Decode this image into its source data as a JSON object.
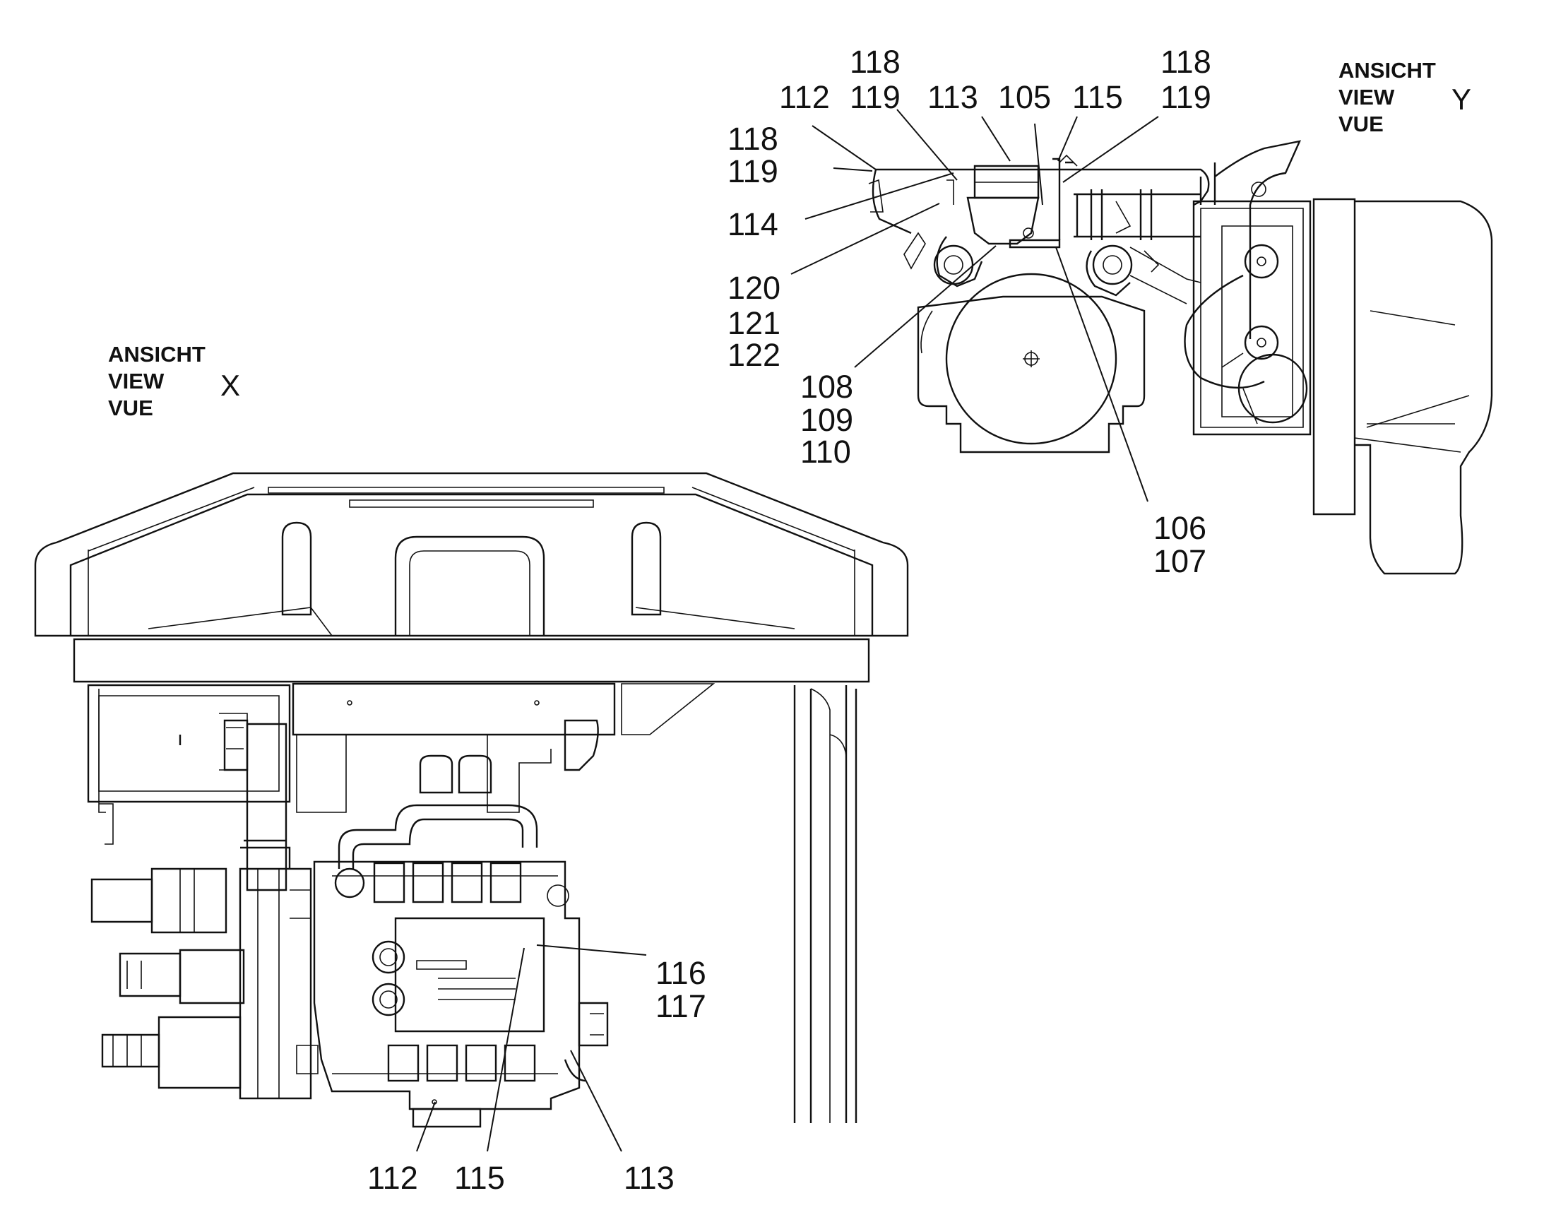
{
  "view_x": {
    "line1": "ANSICHT",
    "line2": "VIEW",
    "line3": "VUE",
    "letter": "X"
  },
  "view_y": {
    "line1": "ANSICHT",
    "line2": "VIEW",
    "line3": "VUE",
    "letter": "Y"
  },
  "callouts": {
    "top_118_a": "118",
    "top_119_a": "119",
    "top_112": "112",
    "top_113": "113",
    "top_105": "105",
    "top_115": "115",
    "top_118_b": "118",
    "top_119_b": "119",
    "left_118": "118",
    "left_119": "119",
    "left_114": "114",
    "left_120": "120",
    "left_121": "121",
    "left_122": "122",
    "mid_108": "108",
    "mid_109": "109",
    "mid_110": "110",
    "right_106": "106",
    "right_107": "107",
    "eng_116": "116",
    "eng_117": "117",
    "bot_112": "112",
    "bot_115": "115",
    "bot_113": "113"
  }
}
